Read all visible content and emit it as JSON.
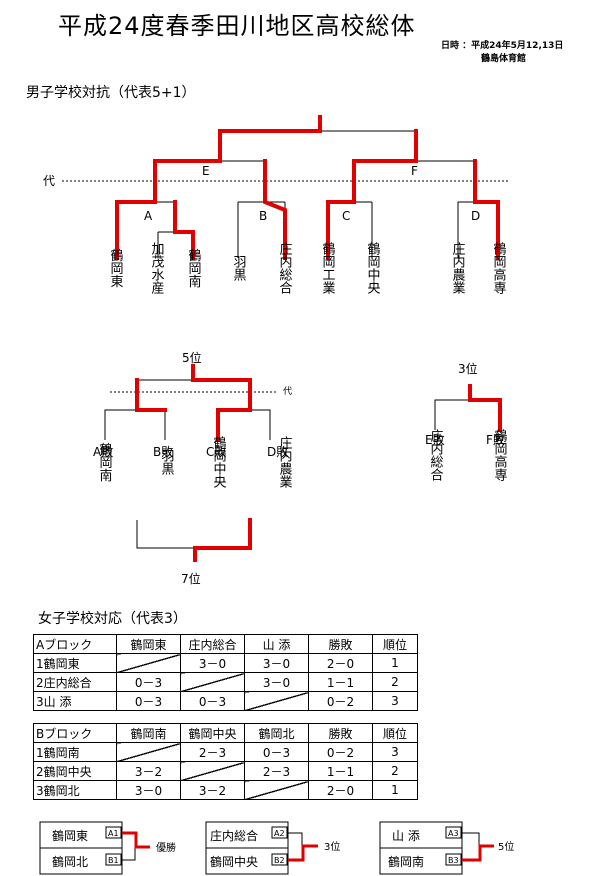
{
  "header": {
    "title": "平成24度春季田川地区高校総体",
    "date_line": "日時 ：平成24年5月12,13日",
    "venue_line": "鶴島体育館"
  },
  "boys": {
    "section_title": "男子学校対抗（代表5+1）",
    "rep_label": "代",
    "rep_label_small": "代",
    "groups": [
      "A",
      "B",
      "C",
      "D"
    ],
    "semis": [
      "E",
      "F"
    ],
    "teams": [
      "鶴岡東",
      "加茂水産",
      "鶴岡南",
      "羽黒",
      "庄内総合",
      "鶴岡工業",
      "鶴岡中央",
      "庄内農業",
      "鶴岡高専"
    ],
    "fifth": {
      "title": "5位",
      "losers": [
        "A敗",
        "B敗",
        "C敗",
        "D敗"
      ],
      "teams": [
        "鶴岡南",
        "羽黒",
        "鶴岡中央",
        "庄内農業"
      ],
      "seventh": "7位"
    },
    "third": {
      "title": "3位",
      "losers": [
        "E敗",
        "F敗"
      ],
      "teams": [
        "庄内総合",
        "鶴岡高専"
      ]
    }
  },
  "girls": {
    "section_title": "女子学校対応（代表3）",
    "block_a": {
      "header": [
        "Aブロック",
        "鶴岡東",
        "庄内総合",
        "山 添",
        "勝敗",
        "順位"
      ],
      "rows": [
        [
          "1鶴岡東",
          "",
          "3－0",
          "3－0",
          "2－0",
          "1"
        ],
        [
          "2庄内総合",
          "0－3",
          "",
          "3－0",
          "1－1",
          "2"
        ],
        [
          "3山 添",
          "0－3",
          "0－3",
          "",
          "0－2",
          "3"
        ]
      ]
    },
    "block_b": {
      "header": [
        "Bブロック",
        "鶴岡南",
        "鶴岡中央",
        "鶴岡北",
        "勝敗",
        "順位"
      ],
      "rows": [
        [
          "1鶴岡南",
          "",
          "2－3",
          "0－3",
          "0－2",
          "3"
        ],
        [
          "2鶴岡中央",
          "3－2",
          "",
          "2－3",
          "1－1",
          "2"
        ],
        [
          "3鶴岡北",
          "3－0",
          "3－2",
          "",
          "2－0",
          "1"
        ]
      ]
    },
    "playoffs": [
      {
        "top": "鶴岡東",
        "top_seed": "A1",
        "bottom": "鶴岡北",
        "bottom_seed": "B1",
        "result": "優勝"
      },
      {
        "top": "庄内総合",
        "top_seed": "A2",
        "bottom": "鶴岡中央",
        "bottom_seed": "B2",
        "result": "3位"
      },
      {
        "top": "山 添",
        "top_seed": "A3",
        "bottom": "鶴岡南",
        "bottom_seed": "B3",
        "result": "5位"
      }
    ]
  }
}
